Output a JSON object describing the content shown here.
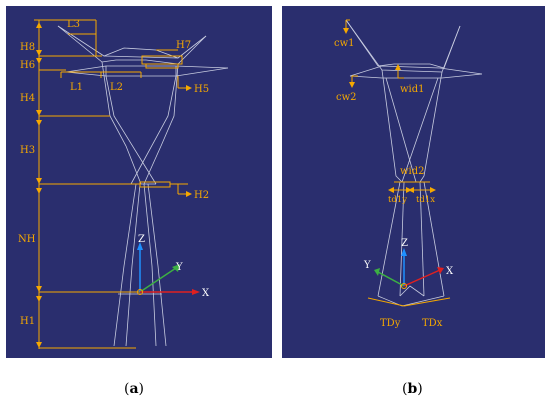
{
  "panel_a": {
    "labels": {
      "L3": "L3",
      "H8": "H8",
      "H7": "H7",
      "H6": "H6",
      "L1": "L1",
      "L2": "L2",
      "H5": "H5",
      "H4": "H4",
      "H3": "H3",
      "H2": "H2",
      "NH": "NH",
      "H1": "H1",
      "axis_z": "Z",
      "axis_y": "Y",
      "axis_x": "X"
    },
    "caption": {
      "open": "(",
      "letter": "a",
      "close": ")"
    }
  },
  "panel_b": {
    "labels": {
      "cw1": "cw1",
      "cw2": "cw2",
      "wid1": "wid1",
      "wid2": "wid2",
      "td1y": "td1y",
      "td1x": "td1x",
      "TDy": "TDy",
      "TDx": "TDx",
      "axis_z": "Z",
      "axis_y": "Y",
      "axis_x": "X"
    },
    "caption": {
      "open": "(",
      "letter": "b",
      "close": ")"
    }
  },
  "colors": {
    "background": "#2a2e6e",
    "structure": "#c8cce0",
    "dimension": "#f5a800",
    "axis_x": "#e02020",
    "axis_y": "#3cb043",
    "axis_z": "#1e90ff"
  }
}
